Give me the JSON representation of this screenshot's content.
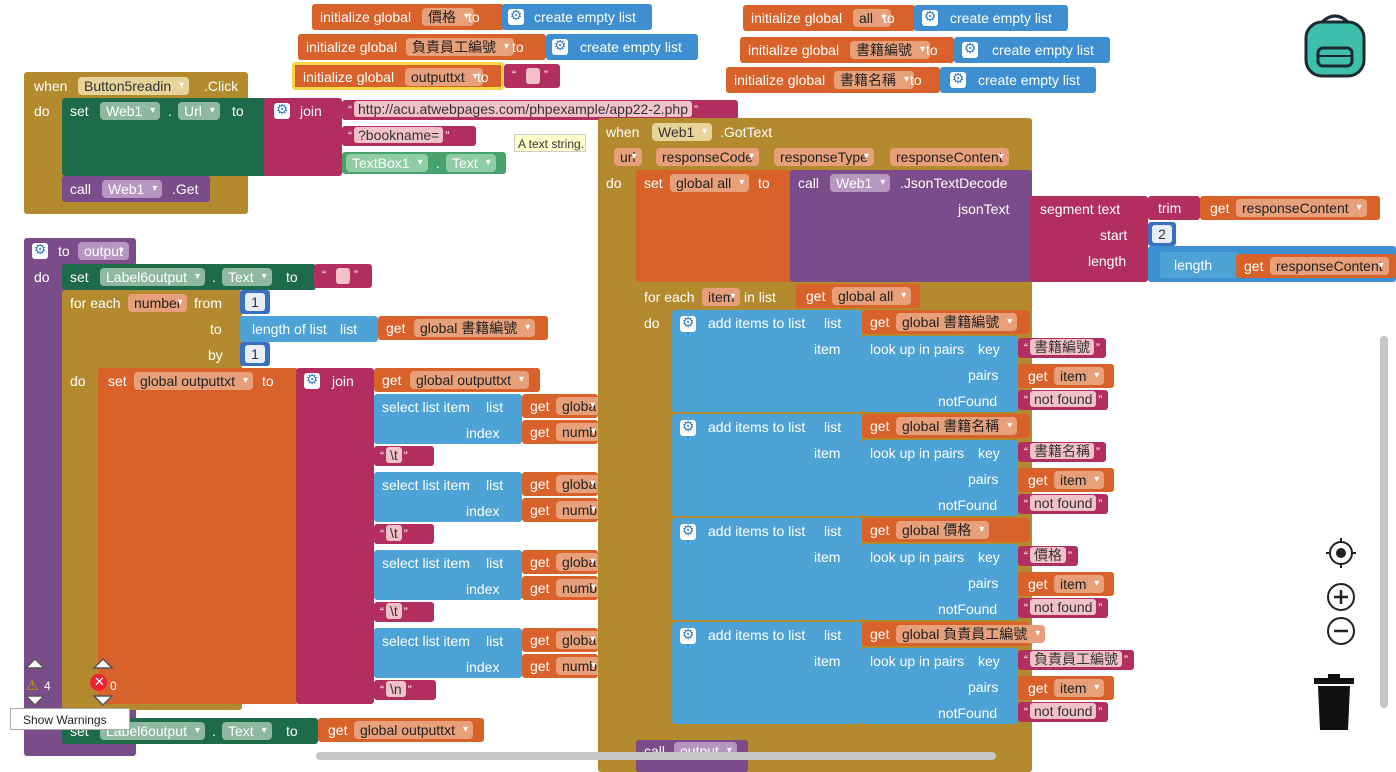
{
  "globals": {
    "g1": {
      "label": "initialize global",
      "var": "價格",
      "to": "to",
      "action": "create empty list"
    },
    "g2": {
      "label": "initialize global",
      "var": "負責員工編號",
      "to": "to",
      "action": "create empty list"
    },
    "g3": {
      "label": "initialize global",
      "var": "outputtxt",
      "to": "to"
    },
    "g4": {
      "label": "initialize global",
      "var": "all",
      "to": "to",
      "action": "create empty list"
    },
    "g5": {
      "label": "initialize global",
      "var": "書籍編號",
      "to": "to",
      "action": "create empty list"
    },
    "g6": {
      "label": "initialize global",
      "var": "書籍名稱",
      "to": "to",
      "action": "create empty list"
    }
  },
  "click_event": {
    "when": "when",
    "component": "Button5readin",
    "event": ".Click",
    "do": "do",
    "set": "set",
    "web": "Web1",
    "url": "Url",
    "to": "to",
    "join": "join",
    "str_url": "http://acu.atwebpages.com/phpexample/app22-2.php",
    "str_param": "?bookname=",
    "textbox": "TextBox1",
    "text": "Text",
    "call": "call",
    "get": ".Get",
    "tooltip": "A text string."
  },
  "output_proc": {
    "to": "to",
    "name": "output",
    "do": "do",
    "set": "set",
    "label": "Label6output",
    "text": "Text",
    "to2": "to",
    "foreach": "for each",
    "number": "number",
    "from": "from",
    "from_val": "1",
    "to_lbl": "to",
    "length_of_list": "length of list",
    "list": "list",
    "get": "get",
    "global_books": "global 書籍編號",
    "by": "by",
    "by_val": "1",
    "do2": "do",
    "set_global": "set",
    "global_out": "global outputtxt",
    "join": "join",
    "get_out": "global outputtxt",
    "select": "select list item",
    "list2": "list",
    "index": "index",
    "get_glob": "get",
    "glob": "globa",
    "numb": "numb",
    "tab": "\\t",
    "nl": "\\n",
    "final_set": "set",
    "final_label": "Label6output",
    "final_text": "Text",
    "final_to": "to",
    "final_get": "get",
    "final_var": "global outputtxt"
  },
  "gottext": {
    "when": "when",
    "component": "Web1",
    "event": ".GotText",
    "params": [
      "url",
      "responseCode",
      "responseType",
      "responseContent"
    ],
    "do": "do",
    "set": "set",
    "global_all": "global all",
    "to": "to",
    "call": "call",
    "web": "Web1",
    "decode": ".JsonTextDecode",
    "jsonText": "jsonText",
    "segment": "segment  text",
    "trim": "trim",
    "get": "get",
    "responseContent": "responseContent",
    "start": "start",
    "start_val": "2",
    "length": "length",
    "length2": "length",
    "foreach": "for each",
    "item": "item",
    "in_list": "in list",
    "list_var": "global all",
    "do2": "do",
    "add": "add items to list",
    "list": "list",
    "item_lbl": "item",
    "lookup": "look up in pairs",
    "key": "key",
    "pairs": "pairs",
    "notfound": "notFound",
    "not_found_val": "not found",
    "rows": [
      {
        "list": "global 書籍編號",
        "key": "書籍編號"
      },
      {
        "list": "global 書籍名稱",
        "key": "書籍名稱"
      },
      {
        "list": "global 價格",
        "key": "價格"
      },
      {
        "list": "global 負責員工編號",
        "key": "負責員工編號"
      }
    ],
    "call2": "call",
    "output": "output"
  },
  "warnings": {
    "warn_count": "4",
    "error_count": "0",
    "button": "Show Warnings"
  },
  "colors": {
    "orange": "#d9622b",
    "gold": "#b38a2e",
    "green": "#1e6b4c",
    "magenta": "#b22e5e",
    "blue": "#4da3d6",
    "purple": "#7a4c8a"
  }
}
